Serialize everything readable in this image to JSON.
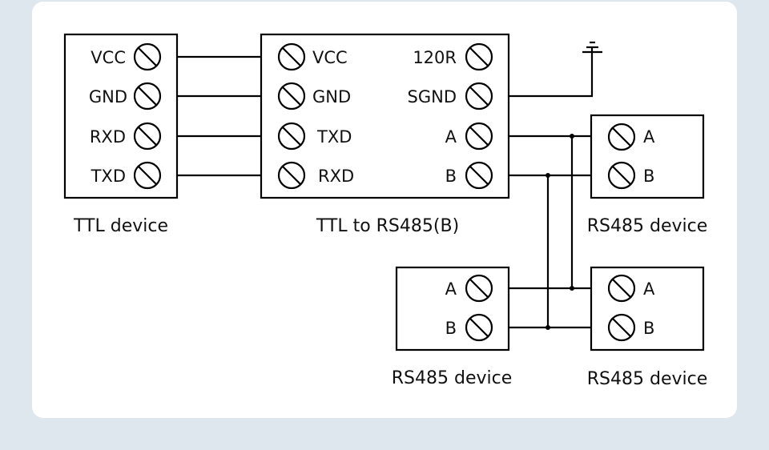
{
  "diagram": {
    "title": "TTL to RS485 wiring",
    "colors": {
      "background": "#dfe7ee",
      "card": "#ffffff",
      "ink": "#000000"
    },
    "devices": {
      "ttl": {
        "caption": "TTL device",
        "terminals": [
          "VCC",
          "GND",
          "RXD",
          "TXD"
        ]
      },
      "converter": {
        "caption": "TTL to RS485(B)",
        "left_terminals": [
          "VCC",
          "GND",
          "TXD",
          "RXD"
        ],
        "right_terminals": [
          "120R",
          "SGND",
          "A",
          "B"
        ]
      },
      "rs485_top_right": {
        "caption": "RS485 device",
        "terminals": [
          "A",
          "B"
        ]
      },
      "rs485_bottom_middle": {
        "caption": "RS485 device",
        "terminals": [
          "A",
          "B"
        ]
      },
      "rs485_bottom_right": {
        "caption": "RS485 device",
        "terminals": [
          "A",
          "B"
        ]
      }
    },
    "connections": [
      {
        "from": "TTL device VCC",
        "to": "TTL to RS485(B) VCC"
      },
      {
        "from": "TTL device GND",
        "to": "TTL to RS485(B) GND"
      },
      {
        "from": "TTL device RXD",
        "to": "TTL to RS485(B) TXD"
      },
      {
        "from": "TTL device TXD",
        "to": "TTL to RS485(B) RXD"
      },
      {
        "from": "TTL to RS485(B) SGND",
        "to": "ground"
      },
      {
        "from": "TTL to RS485(B) A",
        "to": "RS485 bus A"
      },
      {
        "from": "TTL to RS485(B) B",
        "to": "RS485 bus B"
      }
    ]
  }
}
